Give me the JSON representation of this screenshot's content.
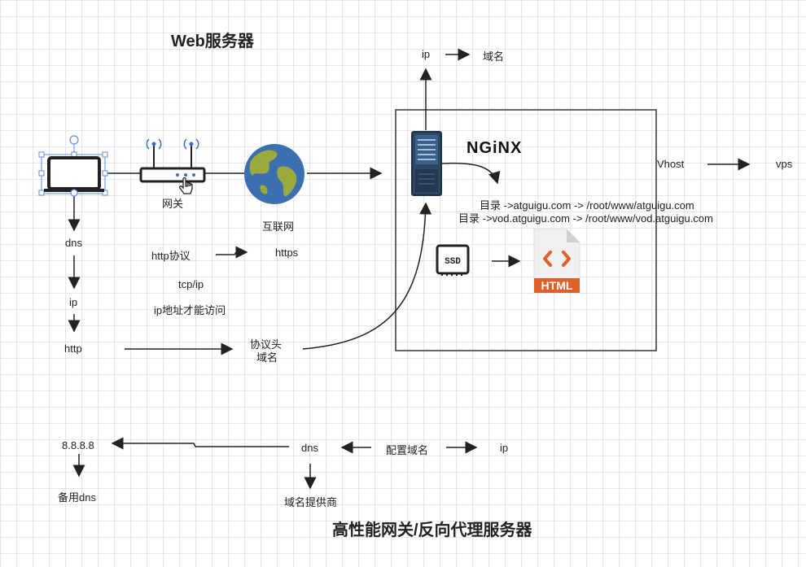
{
  "titles": {
    "top": "Web服务器",
    "bottom": "高性能网关/反向代理服务器"
  },
  "labels": {
    "gateway": "网关",
    "internet": "互联网",
    "dns": "dns",
    "ip": "ip",
    "http": "http",
    "http_protocol": "http协议",
    "https": "https",
    "tcpip": "tcp/ip",
    "ip_access": "ip地址才能访问",
    "protocol_head": "协议头",
    "domain_name": "域名",
    "top_ip": "ip",
    "top_domain": "域名",
    "vhost": "Vhost",
    "vps": "vps",
    "dir1": "目录 ->atguigu.com -> /root/www/atguigu.com",
    "dir2": "目录 ->vod.atguigu.com -> /root/www/vod.atguigu.com",
    "nginx": "NGiNX",
    "ssd": "SSD",
    "html": "HTML",
    "dns_server": "8.8.8.8",
    "backup_dns": "备用dns",
    "dns_bottom": "dns",
    "config_domain": "配置域名",
    "ip_bottom": "ip",
    "domain_provider": "域名提供商"
  },
  "icons": [
    "laptop-icon",
    "router-icon",
    "globe-icon",
    "server-icon",
    "ssd-icon",
    "html-file-icon",
    "hand-cursor-icon"
  ]
}
